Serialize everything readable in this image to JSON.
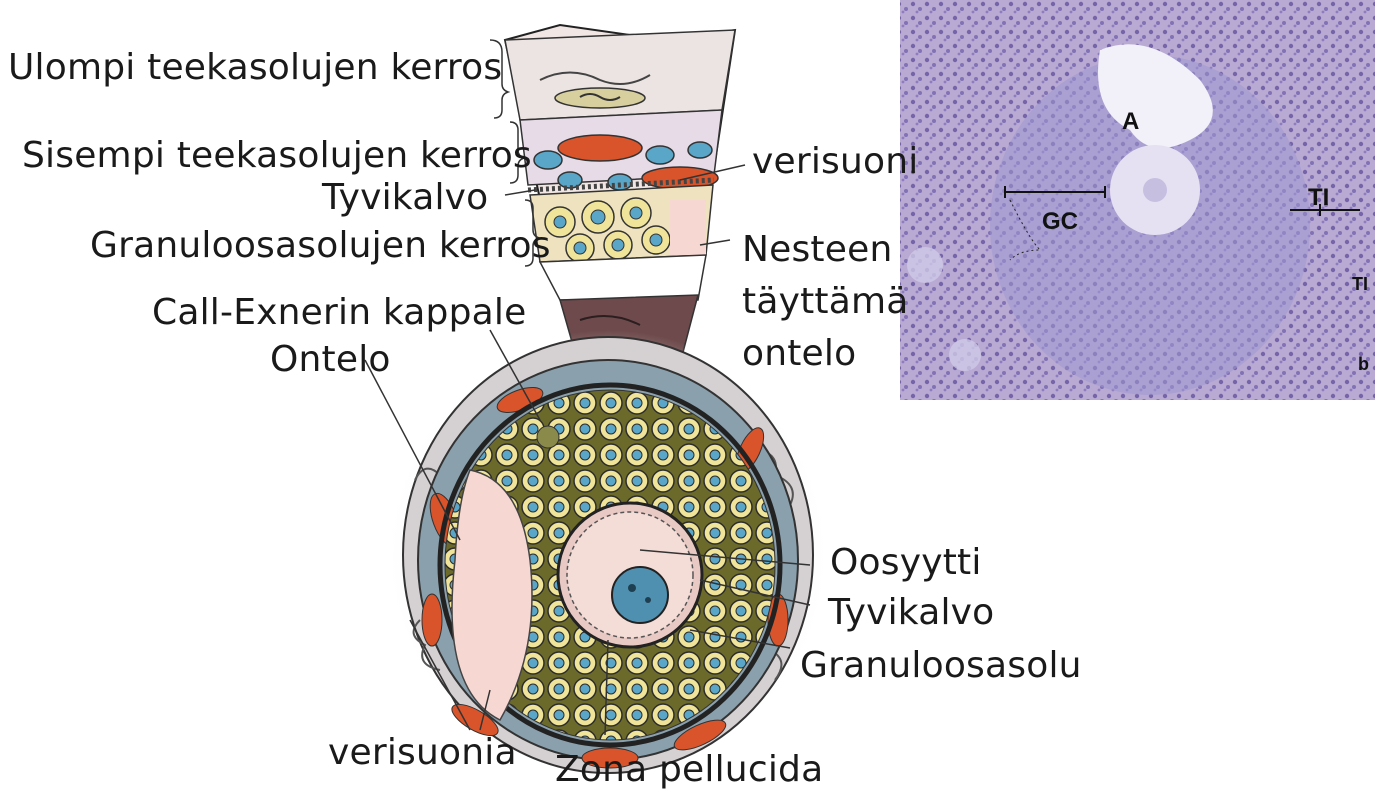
{
  "labels": {
    "outer_theca": "Ulompi teekasolujen kerros",
    "inner_theca": "Sisempi teekasolujen kerros",
    "basement_membrane_top": "Tyvikalvo",
    "granulosa_layer": "Granuloosasolujen kerros",
    "call_exner": "Call-Exnerin kappale",
    "cavity": "Ontelo",
    "blood_vessel": "verisuoni",
    "fluid_filled_1": "Nesteen",
    "fluid_filled_2": "täyttämä",
    "fluid_filled_3": "ontelo",
    "oocyte": "Oosyytti",
    "basement_membrane_right": "Tyvikalvo",
    "granulosa_cell": "Granuloosasolu",
    "blood_vessels": "verisuonia",
    "zona_pellucida": "Zona pellucida"
  },
  "micrograph_labels": {
    "antrum": "A",
    "granulosa": "GC",
    "theca_interna": "TI",
    "theca_cut": "TI",
    "panel": "b"
  },
  "colors": {
    "theca_cell": "#d9542a",
    "granulosa_cell_fill": "#f2e9a0",
    "nucleus_blue": "#5aa6c8",
    "cavity_pink": "#f7d7d2",
    "stain_purple": "#8d82c2"
  }
}
